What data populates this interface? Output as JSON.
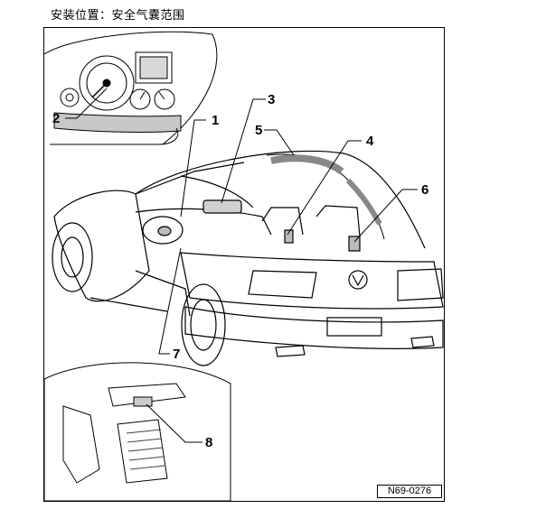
{
  "caption": "安装位置：安全气囊范围",
  "figure_ref": "N69-0276",
  "callouts": [
    {
      "id": "1",
      "label": "1"
    },
    {
      "id": "2",
      "label": "2"
    },
    {
      "id": "3",
      "label": "3"
    },
    {
      "id": "4",
      "label": "4"
    },
    {
      "id": "5",
      "label": "5"
    },
    {
      "id": "6",
      "label": "6"
    },
    {
      "id": "7",
      "label": "7"
    },
    {
      "id": "8",
      "label": "8"
    }
  ]
}
